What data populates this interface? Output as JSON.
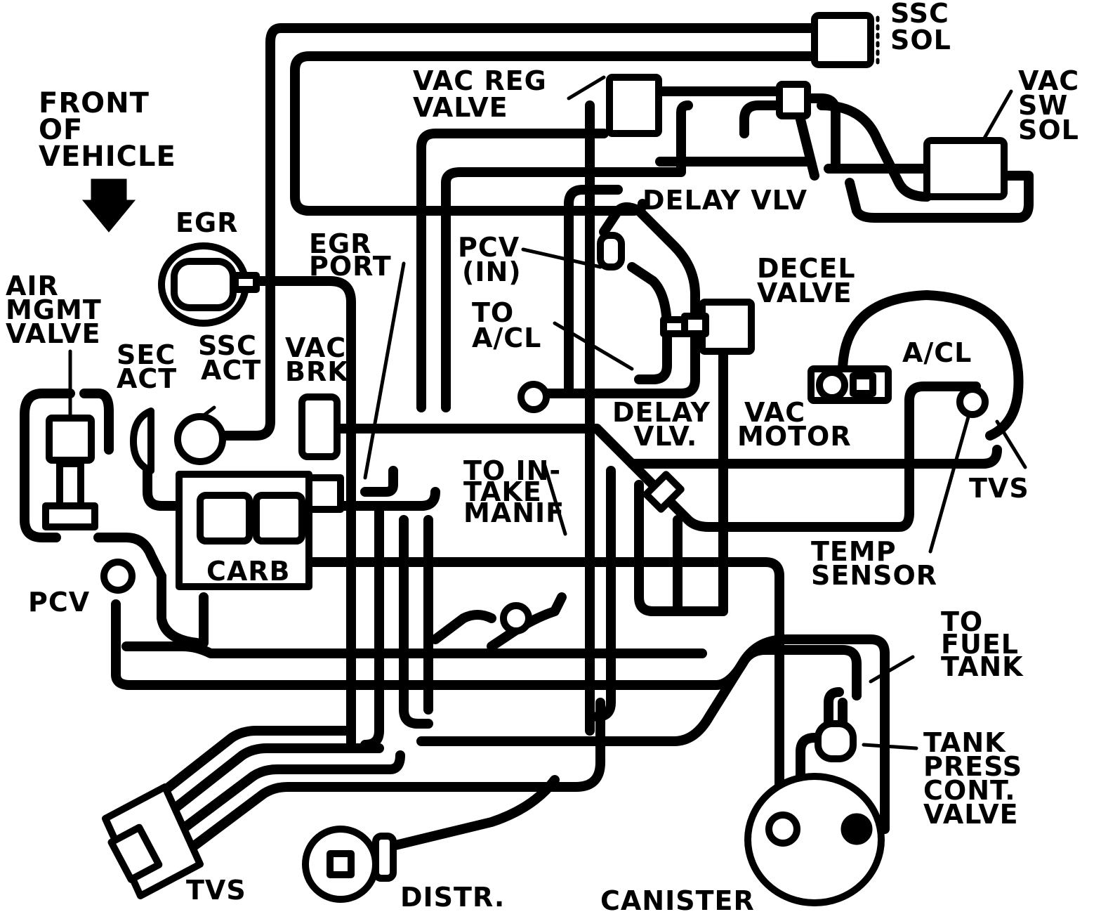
{
  "diagram": {
    "colors": {
      "ink": "#000000",
      "paper": "#ffffff"
    },
    "labels": {
      "front_of_vehicle": [
        "FRONT",
        "OF",
        "VEHICLE"
      ],
      "ssc_sol": [
        "SSC",
        "SOL"
      ],
      "vac_reg_valve": [
        "VAC REG",
        "VALVE"
      ],
      "vac_sw_sol": [
        "VAC",
        "SW",
        "SOL"
      ],
      "egr": "EGR",
      "egr_port": [
        "EGR",
        "PORT"
      ],
      "delay_vlv_top": "DELAY VLV",
      "pcv_in": [
        "PCV",
        "(IN)"
      ],
      "to_acl": [
        "TO",
        "A/CL"
      ],
      "decel_valve": [
        "DECEL",
        "VALVE"
      ],
      "air_mgmt_valve": [
        "AIR",
        "MGMT",
        "VALVE"
      ],
      "sec_act": [
        "SEC",
        "ACT"
      ],
      "ssc_act": [
        "SSC",
        "ACT"
      ],
      "vac_brk": [
        "VAC",
        "BRK"
      ],
      "acl": "A/CL",
      "delay_vlv_mid": [
        "DELAY",
        "VLV."
      ],
      "vac_motor": [
        "VAC",
        "MOTOR"
      ],
      "to_intake_manif": [
        "TO IN-",
        "TAKE",
        "MANIF"
      ],
      "tvs_right": "TVS",
      "carb": "CARB",
      "temp_sensor": [
        "TEMP",
        "SENSOR"
      ],
      "pcv": "PCV",
      "to_fuel_tank": [
        "TO",
        "FUEL",
        "TANK"
      ],
      "tank_press_cont_valve": [
        "TANK",
        "PRESS",
        "CONT.",
        "VALVE"
      ],
      "tvs_bottom": "TVS",
      "distr": "DISTR.",
      "canister": "CANISTER"
    }
  }
}
